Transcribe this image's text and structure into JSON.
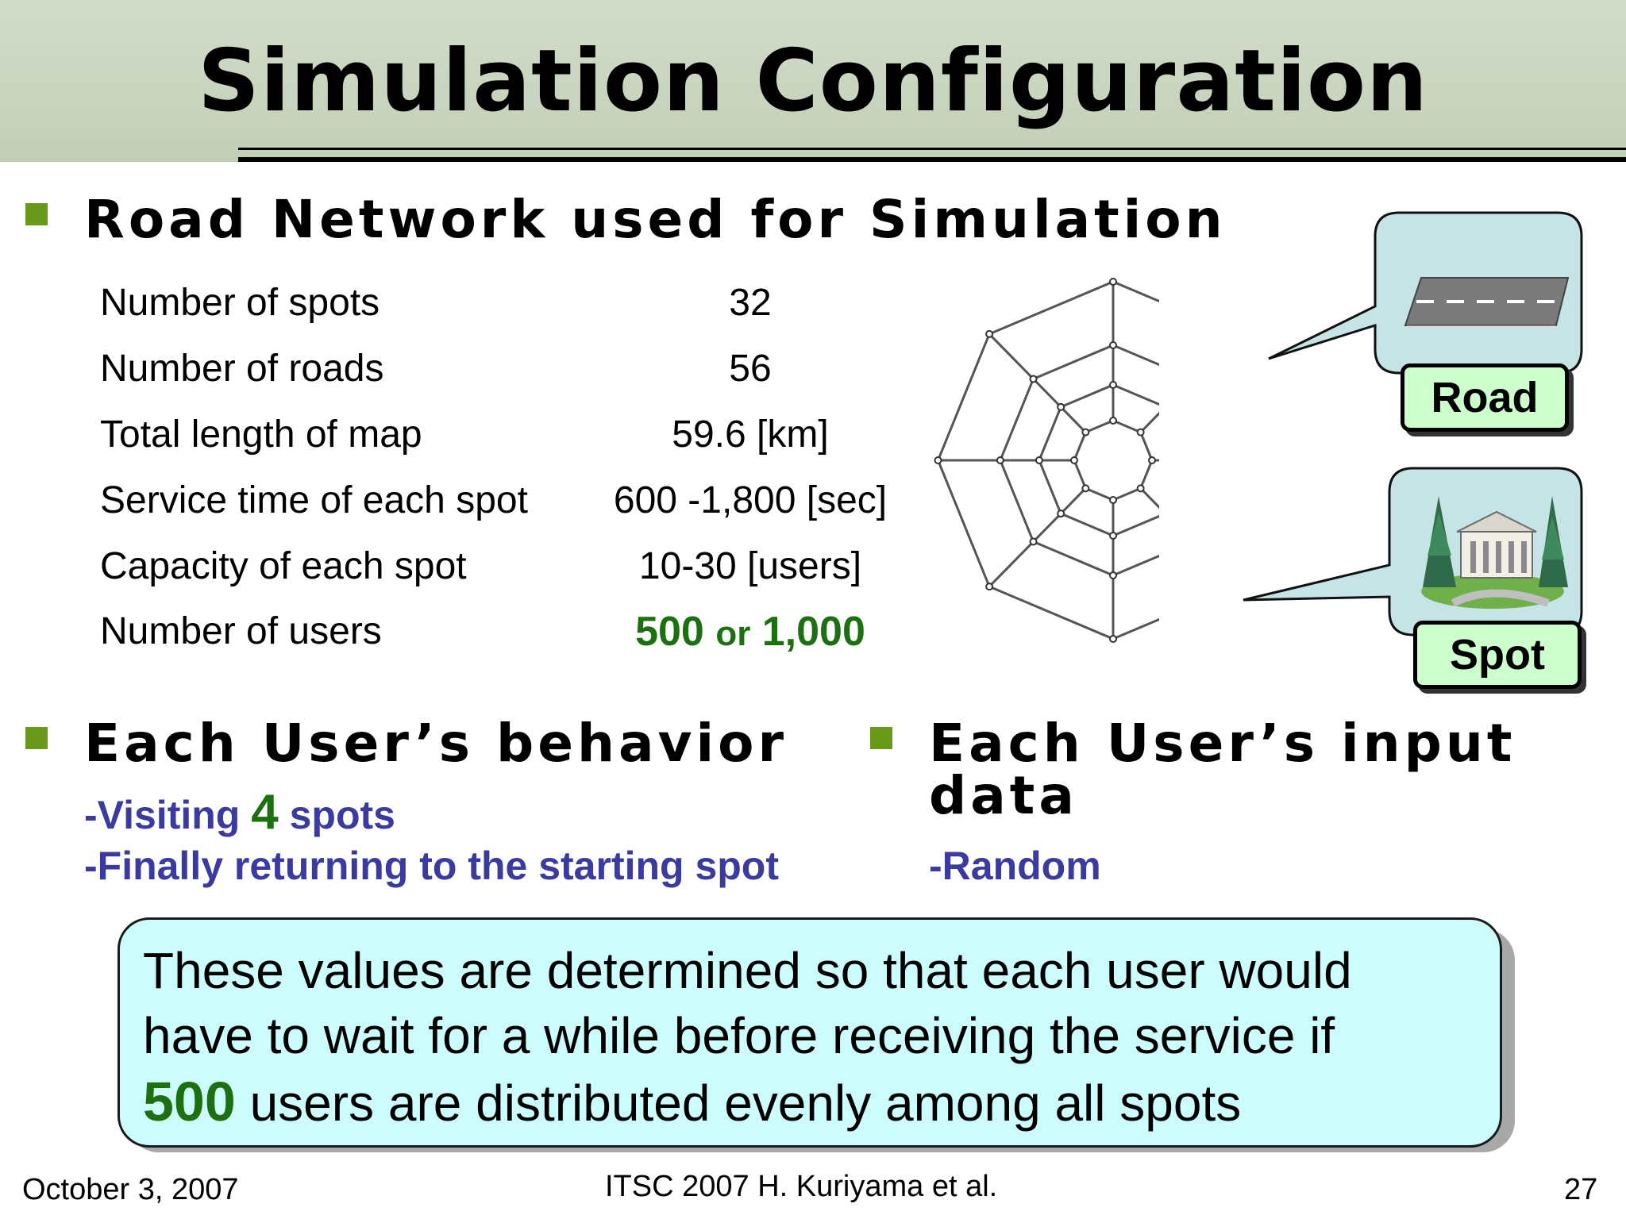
{
  "slide": {
    "title": "Simulation Configuration",
    "section1_heading": "Road Network used for Simulation",
    "config": [
      {
        "label": "Number of spots",
        "value": "32"
      },
      {
        "label": "Number of roads",
        "value": "56"
      },
      {
        "label": "Total length of map",
        "value": "59.6 [km]"
      },
      {
        "label": "Service time of each spot",
        "value": "600 -1,800 [sec]"
      },
      {
        "label": "Capacity of each spot",
        "value": "10-30 [users]"
      },
      {
        "label": "Number of users",
        "value_a": "500",
        "value_or": "or",
        "value_b": "1,000"
      }
    ],
    "road_label": "Road",
    "spot_label": "Spot",
    "section2": {
      "heading": "Each User’s behavior",
      "line1_prefix": "-Visiting",
      "line1_number": "4",
      "line1_suffix": "spots",
      "line2": "-Finally returning to the starting spot"
    },
    "section3": {
      "heading_line1": "Each User’s input",
      "heading_line2": "data",
      "line1": "-Random"
    },
    "note": {
      "line1": "These values are determined so that each user would",
      "line2": "have to wait for a while before receiving the service if",
      "line3_number": "500",
      "line3_text": "users are distributed evenly among all spots"
    },
    "footer": {
      "date": "October 3, 2007",
      "center": "ITSC 2007 H. Kuriyama et al.",
      "page": "27"
    }
  },
  "colors": {
    "title_band": "#c8d4be",
    "bullet": "#6a9a1a",
    "highlight_green": "#1c7010",
    "blue_text": "#3a3aa0",
    "note_fill": "#ccfcfc",
    "label_fill": "#ccffcc",
    "callout_fill": "#c6e4e6",
    "ellipse_magenta": "#e020e0"
  }
}
